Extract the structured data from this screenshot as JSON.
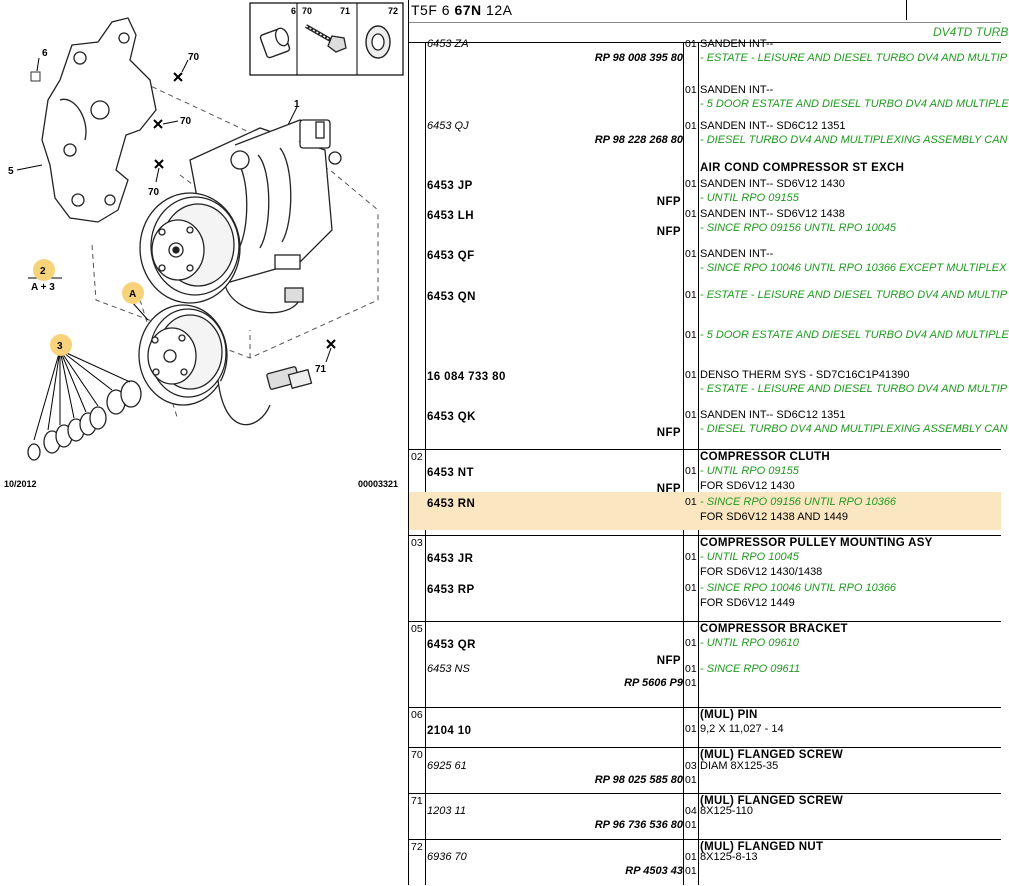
{
  "diagram": {
    "legend": {
      "items": [
        "6",
        "70",
        "71",
        "72"
      ]
    },
    "callouts": {
      "c1": "1",
      "c5": "5",
      "c6": "6",
      "c70a": "70",
      "c70b": "70",
      "c70c": "70",
      "c71": "71",
      "c2_num": "2",
      "c2_sub": "A + 3",
      "cA1": "A",
      "cA2": "A",
      "c3": "3"
    },
    "date": "10/2012",
    "ref": "00003321"
  },
  "header": {
    "code_pre": "T5F 6 ",
    "code_bold": "67N",
    "code_post": " 12A",
    "engine": "DV4TD TURB"
  },
  "groups": [
    {
      "num": "",
      "rows": [
        {
          "ref": "6453 ZA",
          "old": true,
          "rp": "RP 98 008 395 80",
          "q": "01",
          "text": "SANDEN INT--",
          "note": "- ESTATE - LEISURE AND DIESEL TURBO DV4 AND MULTIP"
        },
        {
          "ref": "",
          "q": "01",
          "text": "SANDEN INT--",
          "note": "- 5 DOOR ESTATE AND DIESEL TURBO DV4 AND MULTIPLE"
        },
        {
          "ref": "6453 QJ",
          "old": true,
          "rp": "RP 98 228 268 80",
          "q": "01",
          "text": "SANDEN INT-- SD6C12 1351",
          "note": "- DIESEL TURBO DV4 AND MULTIPLEXING ASSEMBLY CAN"
        },
        {
          "title": "AIR COND COMPRESSOR ST EXCH"
        },
        {
          "ref": "6453 JP",
          "nfp": "NFP",
          "q": "01",
          "text": "SANDEN INT-- SD6V12 1430",
          "note": "- UNTIL RPO 09155"
        },
        {
          "ref": "6453 LH",
          "nfp": "NFP",
          "q": "01",
          "text": "SANDEN INT-- SD6V12 1438",
          "note": "- SINCE RPO 09156 UNTIL RPO 10045"
        },
        {
          "ref": "6453 QF",
          "q": "01",
          "text": "SANDEN INT--",
          "note": "- SINCE RPO 10046 UNTIL RPO 10366 EXCEPT MULTIPLEX"
        },
        {
          "ref": "6453 QN",
          "q": "01",
          "note": "- ESTATE - LEISURE AND DIESEL TURBO DV4 AND MULTIP"
        },
        {
          "q": "01",
          "note": "- 5 DOOR ESTATE AND DIESEL TURBO DV4 AND MULTIPLE"
        },
        {
          "ref": "16 084 733 80",
          "q": "01",
          "text": "DENSO THERM SYS - SD7C16C1P41390",
          "note": "- ESTATE - LEISURE AND DIESEL TURBO DV4 AND MULTIP"
        },
        {
          "ref": "6453 QK",
          "nfp": "NFP",
          "q": "01",
          "text": "SANDEN INT-- SD6C12 1351",
          "note": "- DIESEL TURBO DV4 AND MULTIPLEXING ASSEMBLY CAN"
        }
      ]
    },
    {
      "num": "02",
      "title": "COMPRESSOR CLUTH",
      "rows": [
        {
          "ref": "6453 NT",
          "nfp": "NFP",
          "q": "01",
          "note": "- UNTIL RPO 09155",
          "text": "FOR SD6V12 1430"
        },
        {
          "ref": "6453 RN",
          "q": "01",
          "note": "- SINCE RPO 09156 UNTIL RPO 10366",
          "text": "FOR SD6V12 1438 AND 1449"
        }
      ]
    },
    {
      "num": "03",
      "title": "COMPRESSOR PULLEY MOUNTING ASY",
      "rows": [
        {
          "ref": "6453 JR",
          "q": "01",
          "note": "- UNTIL RPO 10045",
          "text": "FOR SD6V12 1430/1438"
        },
        {
          "ref": "6453 RP",
          "q": "01",
          "note": "- SINCE RPO 10046 UNTIL RPO 10366",
          "text": "FOR SD6V12 1449"
        }
      ]
    },
    {
      "num": "05",
      "title": "COMPRESSOR BRACKET",
      "rows": [
        {
          "ref": "6453 QR",
          "nfp": "NFP",
          "q": "01",
          "note": "- UNTIL RPO 09610"
        },
        {
          "ref": "6453 NS",
          "old": true,
          "rp": "RP 5606 P9",
          "q": "01",
          "q2": "01",
          "note": "- SINCE RPO 09611"
        }
      ]
    },
    {
      "num": "06",
      "title": "(MUL) PIN",
      "rows": [
        {
          "ref": "2104 10",
          "q": "01",
          "text": "9,2 X 11,027 - 14"
        }
      ]
    },
    {
      "num": "70",
      "title": "(MUL) FLANGED SCREW",
      "rows": [
        {
          "ref": "6925 61",
          "old": true,
          "rp": "RP 98 025 585 80",
          "q": "03",
          "q2": "01",
          "text": "DIAM 8X125-35"
        }
      ]
    },
    {
      "num": "71",
      "title": "(MUL) FLANGED SCREW",
      "rows": [
        {
          "ref": "1203 11",
          "old": true,
          "rp": "RP 96 736 536 80",
          "q": "04",
          "q2": "01",
          "text": "8X125-110"
        }
      ]
    },
    {
      "num": "72",
      "title": "(MUL) FLANGED NUT",
      "rows": [
        {
          "ref": "6936 70",
          "old": true,
          "rp": "RP 4503 43",
          "q": "01",
          "q2": "01",
          "text": "8X125-8-13"
        }
      ]
    }
  ]
}
